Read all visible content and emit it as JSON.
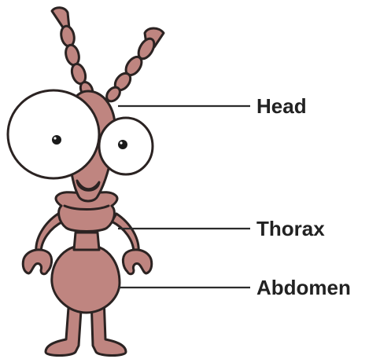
{
  "labels": {
    "head": "Head",
    "thorax": "Thorax",
    "abdomen": "Abdomen"
  },
  "colors": {
    "body": "#bf8580",
    "body_shade": "#a96f6a",
    "outline": "#2b2322",
    "eye_white": "#ffffff",
    "pupil": "#1a1a1a",
    "leader_line": "#2b2b2b",
    "label_text": "#222222"
  }
}
